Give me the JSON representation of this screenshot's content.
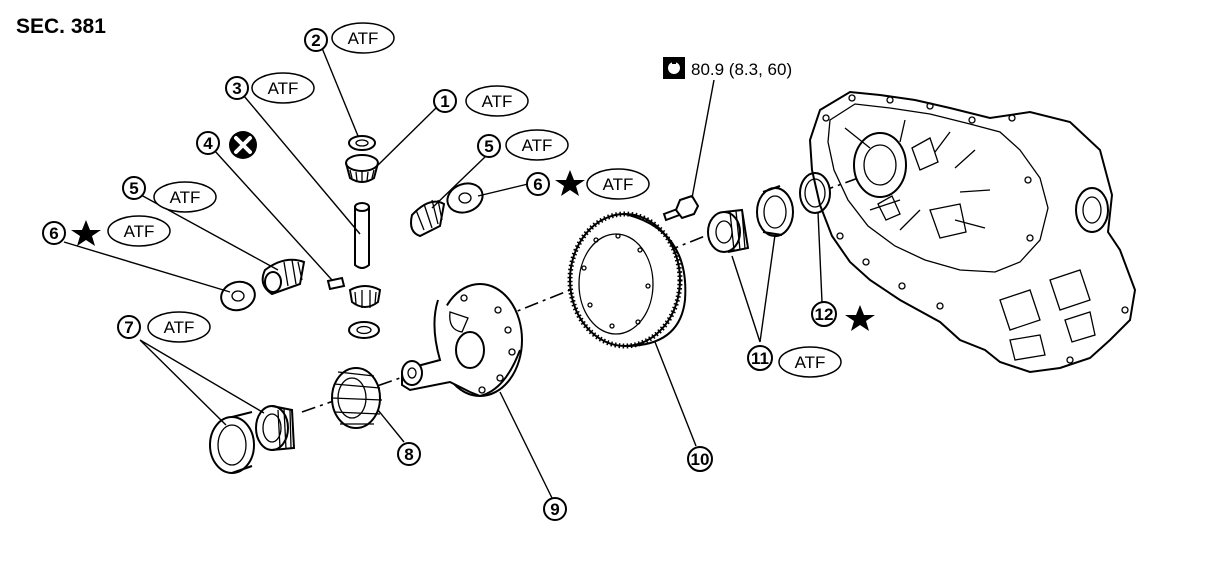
{
  "section_label": "SEC. 381",
  "torque_spec": "80.9 (8.3, 60)",
  "atf_label": "ATF",
  "callouts": [
    "1",
    "2",
    "3",
    "4",
    "5",
    "5",
    "6",
    "6",
    "7",
    "8",
    "9",
    "10",
    "11",
    "12"
  ],
  "icons": {
    "torque": "torque-wrench-icon",
    "star": "star-icon",
    "do-not-reuse": "do-not-reuse-icon"
  }
}
